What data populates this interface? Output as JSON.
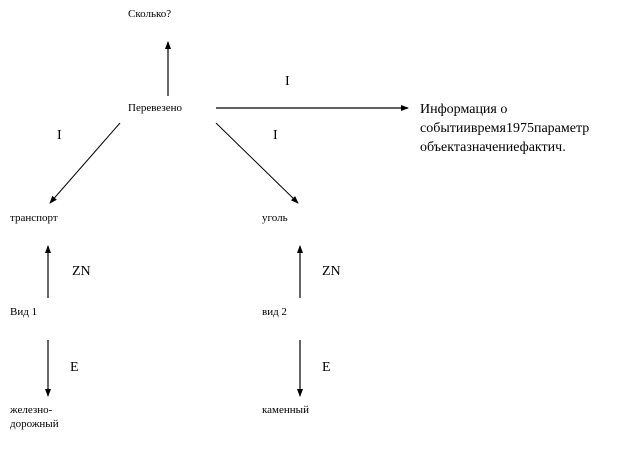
{
  "nodes": {
    "question": "Сколько?",
    "center": "Перевезено",
    "transport": "транспорт",
    "coal": "уголь",
    "kind1": "Вид 1",
    "kind2": "вид 2",
    "railway_line1": "железно-",
    "railway_line2": "дорожный",
    "stone": "каменный",
    "info_lines": [
      "Информация о",
      "событиивремя1975параметр",
      "объектазначениефактич."
    ]
  },
  "edge_labels": {
    "center_info": "I",
    "center_transport": "I",
    "center_coal": "I",
    "transport_kind1": "ZN",
    "coal_kind2": "ZN",
    "kind1_railway": "E",
    "kind2_stone": "E"
  }
}
